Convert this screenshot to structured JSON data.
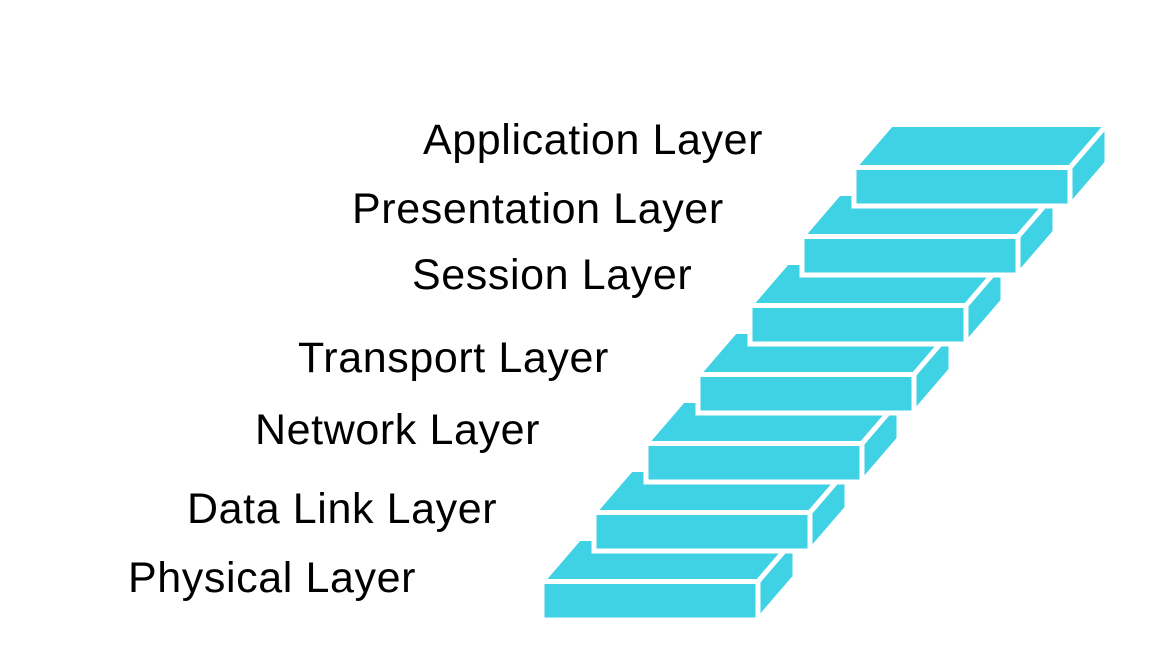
{
  "page": {
    "background_color": "#FFFFFF"
  },
  "diagram": {
    "type": "staircase",
    "step_color": "#3FD2E5",
    "outline_color": "#FFFFFF",
    "text_color": "#000000",
    "layers": [
      {
        "id": "application",
        "label": "Application Layer"
      },
      {
        "id": "presentation",
        "label": "Presentation Layer"
      },
      {
        "id": "session",
        "label": "Session Layer"
      },
      {
        "id": "transport",
        "label": "Transport Layer"
      },
      {
        "id": "network",
        "label": "Network Layer"
      },
      {
        "id": "data-link",
        "label": "Data Link Layer"
      },
      {
        "id": "physical",
        "label": "Physical Layer"
      }
    ]
  }
}
